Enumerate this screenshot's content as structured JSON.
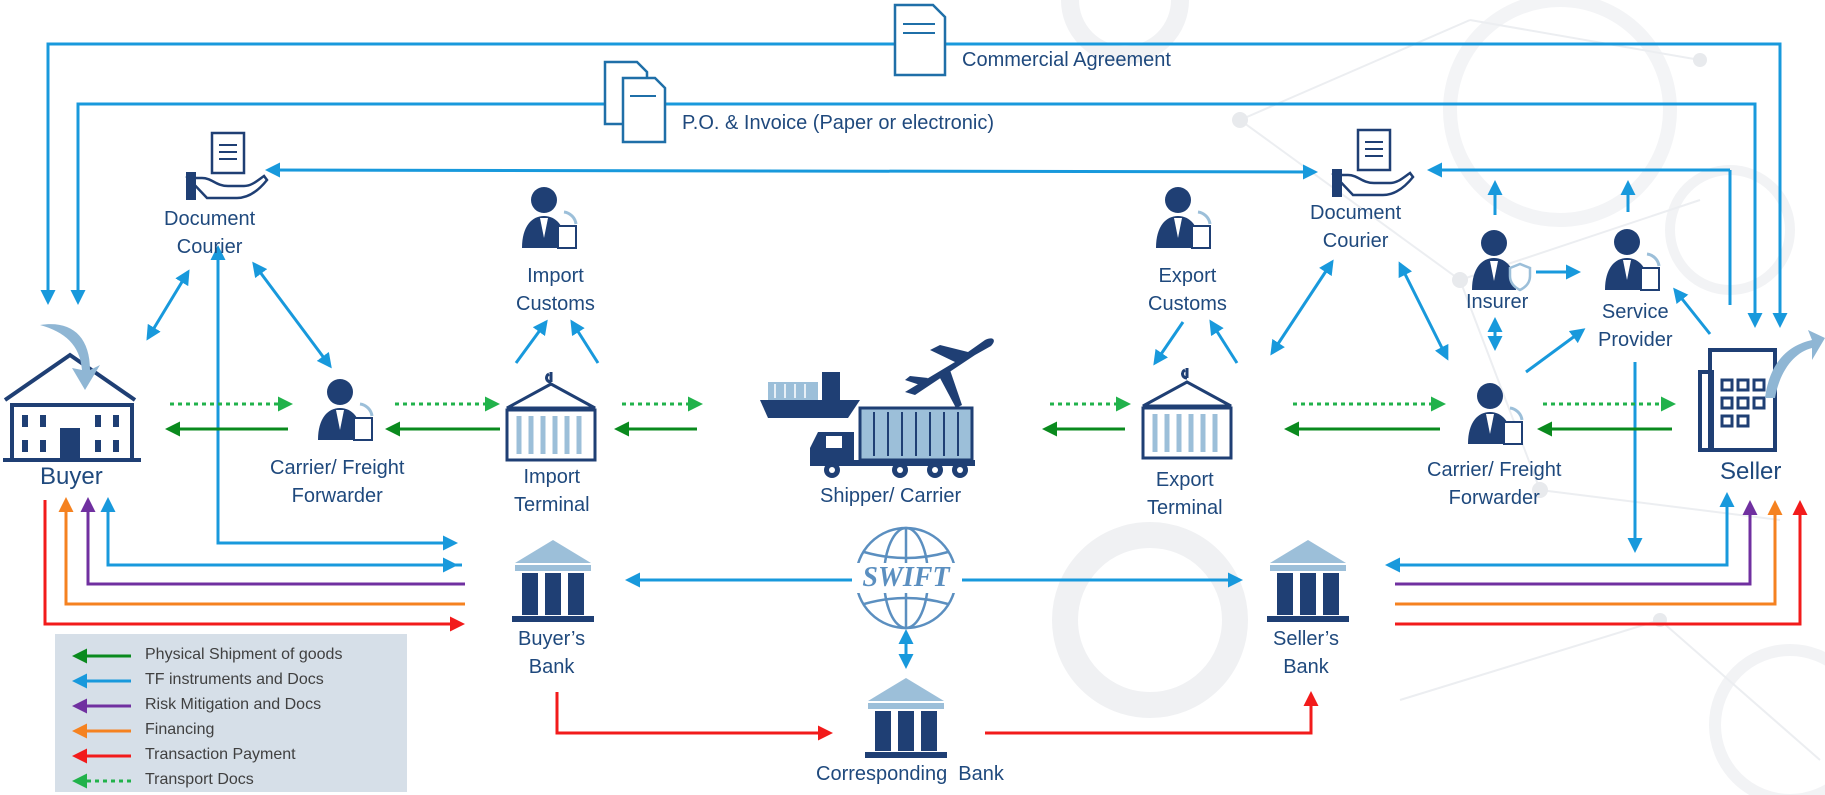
{
  "colors": {
    "physical": "#0a8a1e",
    "tf_docs": "#1899dc",
    "risk": "#7030a0",
    "financing": "#f58220",
    "payment": "#f21b1b",
    "transport": "#21b24b",
    "icon_dark": "#1f3f74",
    "icon_light": "#9cbfd9",
    "label": "#1f497d"
  },
  "labels": {
    "commercial_agreement": "Commercial Agreement",
    "po_invoice": "P.O. & Invoice (Paper or electronic)",
    "buyer": "Buyer",
    "seller": "Seller",
    "doc_courier_left": "Document\nCourier",
    "doc_courier_right": "Document\nCourier",
    "carrier_left": "Carrier/ Freight\nForwarder",
    "carrier_right": "Carrier/ Freight\nForwarder",
    "import_customs": "Import\nCustoms",
    "export_customs": "Export\nCustoms",
    "import_terminal": "Import\nTerminal",
    "export_terminal": "Export\nTerminal",
    "shipper": "Shipper/ Carrier",
    "insurer": "Insurer",
    "service_provider": "Service\nProvider",
    "buyers_bank": "Buyer’s\nBank",
    "sellers_bank": "Seller’s\nBank",
    "corresponding_bank": "Corresponding  Bank",
    "swift": "SWIFT"
  },
  "legend": [
    {
      "label": "Physical Shipment of goods",
      "color": "#0a8a1e",
      "style": "solid"
    },
    {
      "label": "TF instruments and Docs",
      "color": "#1899dc",
      "style": "solid"
    },
    {
      "label": "Risk Mitigation and Docs",
      "color": "#7030a0",
      "style": "solid"
    },
    {
      "label": "Financing",
      "color": "#f58220",
      "style": "solid"
    },
    {
      "label": "Transaction Payment",
      "color": "#f21b1b",
      "style": "solid"
    },
    {
      "label": "Transport Docs",
      "color": "#21b24b",
      "style": "dotted"
    }
  ]
}
